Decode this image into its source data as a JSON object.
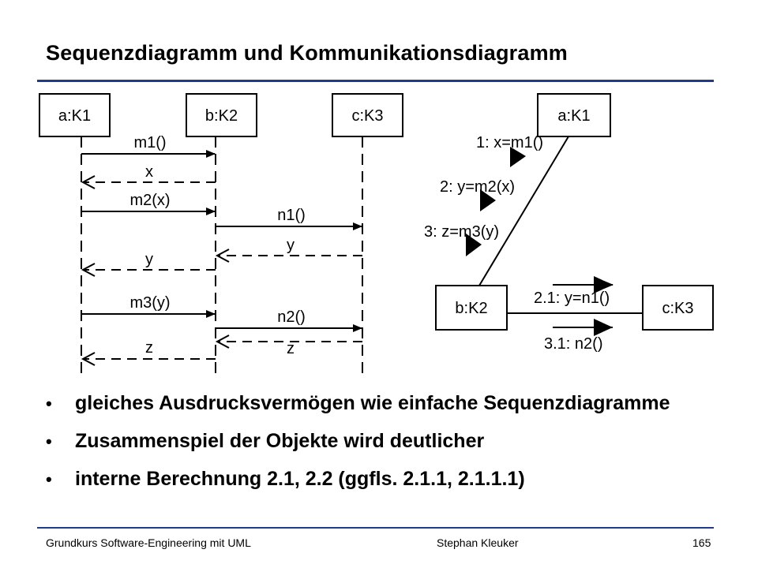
{
  "title": "Sequenzdiagramm und Kommunikationsdiagramm",
  "sequence": {
    "objects": [
      "a:K1",
      "b:K2",
      "c:K3"
    ],
    "messages": [
      "m1()",
      "x",
      "m2(x)",
      "n1()",
      "y",
      "y",
      "m3(y)",
      "n2()",
      "z",
      "z"
    ]
  },
  "communication": {
    "objects": [
      "a:K1",
      "b:K2",
      "c:K3"
    ],
    "messages": [
      "1: x=m1()",
      "2: y=m2(x)",
      "3: z=m3(y)",
      "2.1: y=n1()",
      "3.1: n2()"
    ]
  },
  "bullets": [
    "gleiches Ausdrucksvermögen wie einfache Sequenzdiagramme",
    "Zusammenspiel der Objekte wird deutlicher",
    "interne Berechnung 2.1, 2.2 (ggfls. 2.1.1, 2.1.1.1)"
  ],
  "footer": {
    "left": "Grundkurs Software-Engineering mit UML",
    "center": "Stephan Kleuker",
    "page": "165"
  }
}
